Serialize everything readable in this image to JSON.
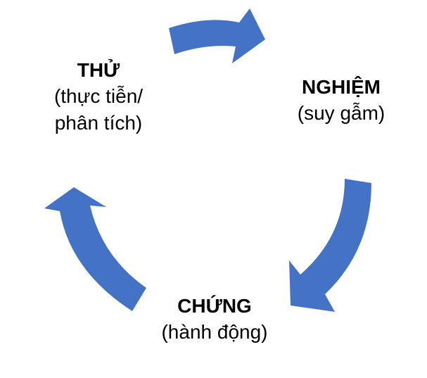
{
  "diagram": {
    "accent_color": "#4472C4",
    "nodes": [
      {
        "title": "THỬ",
        "subtitle_lines": [
          "(thực tiễn/",
          "phân tích)"
        ]
      },
      {
        "title": "NGHIỆM",
        "subtitle_lines": [
          "(suy gẫm)"
        ]
      },
      {
        "title": "CHỨNG",
        "subtitle_lines": [
          "(hành động)"
        ]
      }
    ],
    "arrows": [
      {
        "from": "THỬ",
        "to": "NGHIỆM"
      },
      {
        "from": "NGHIỆM",
        "to": "CHỨNG"
      },
      {
        "from": "CHỨNG",
        "to": "THỬ"
      }
    ]
  }
}
